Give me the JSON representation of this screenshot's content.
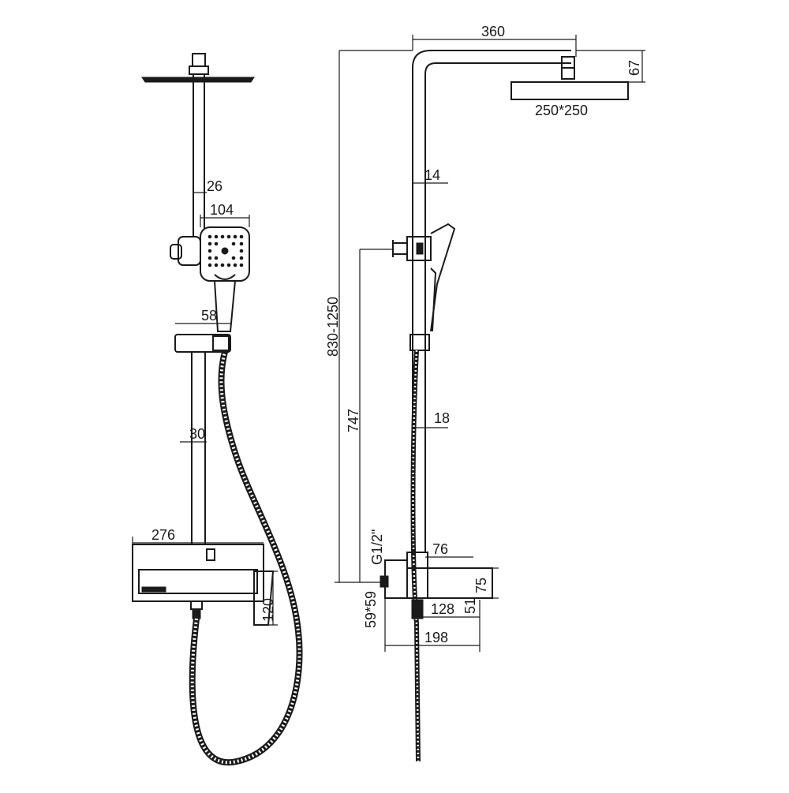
{
  "dimensions": {
    "front_rod_width": "26",
    "handshower_width": "104",
    "holder_width": "58",
    "lower_rod_width": "30",
    "mixer_width": "276",
    "mixer_height": "120",
    "arm_reach": "360",
    "overhead_height": "67",
    "overhead_size": "250*250",
    "upper_pipe": "14",
    "total_height": "830-1250",
    "inlet_height": "747",
    "lower_pipe": "18",
    "inlet_thread": "G1/2\"",
    "mixer_depth": "76",
    "mixer_side_height": "75",
    "escutcheon": "59*59",
    "spout_reach": "128",
    "spout_height": "51",
    "total_depth": "198"
  },
  "colors": {
    "line": "#1a1a1a",
    "background": "#ffffff"
  }
}
